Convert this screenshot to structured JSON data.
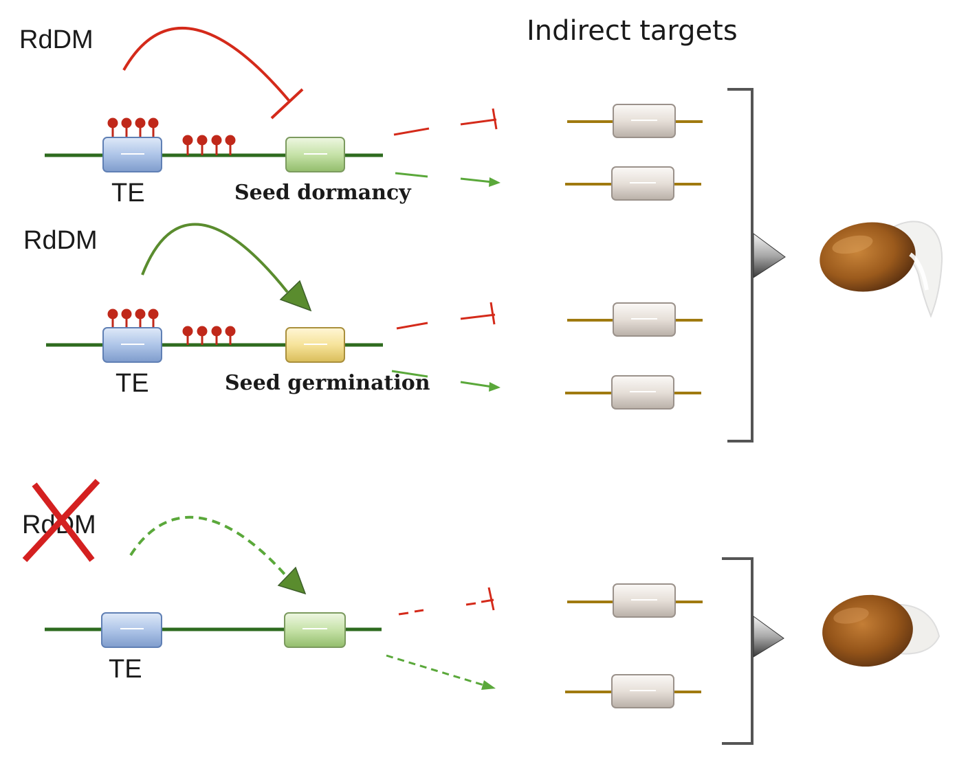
{
  "title": "Indirect targets",
  "panels": {
    "dormancy": {
      "rddm_label": "RdDM",
      "te_label": "TE",
      "gene_label": "Seed dormancy"
    },
    "germination": {
      "rddm_label": "RdDM",
      "te_label": "TE",
      "gene_label": "Seed germination"
    },
    "mutant": {
      "rddm_label": "RdDM",
      "te_label": "TE"
    }
  },
  "colors": {
    "chromatin": "#2e6b1f",
    "repression": "#d42a1a",
    "activation": "#5aa83a",
    "methylation": "#c0281a",
    "target_line": "#a07a10",
    "te_box": "#9bb5dc",
    "dormancy_box": "#b9d99a",
    "germination_box": "#f2dc8a",
    "target_box": "#e6e0d8",
    "cross": "#d42020",
    "bracket": "#555555"
  },
  "icons": {
    "seed_germinated": "germinating-seed-icon",
    "seed_dormant": "dormant-seed-icon"
  }
}
